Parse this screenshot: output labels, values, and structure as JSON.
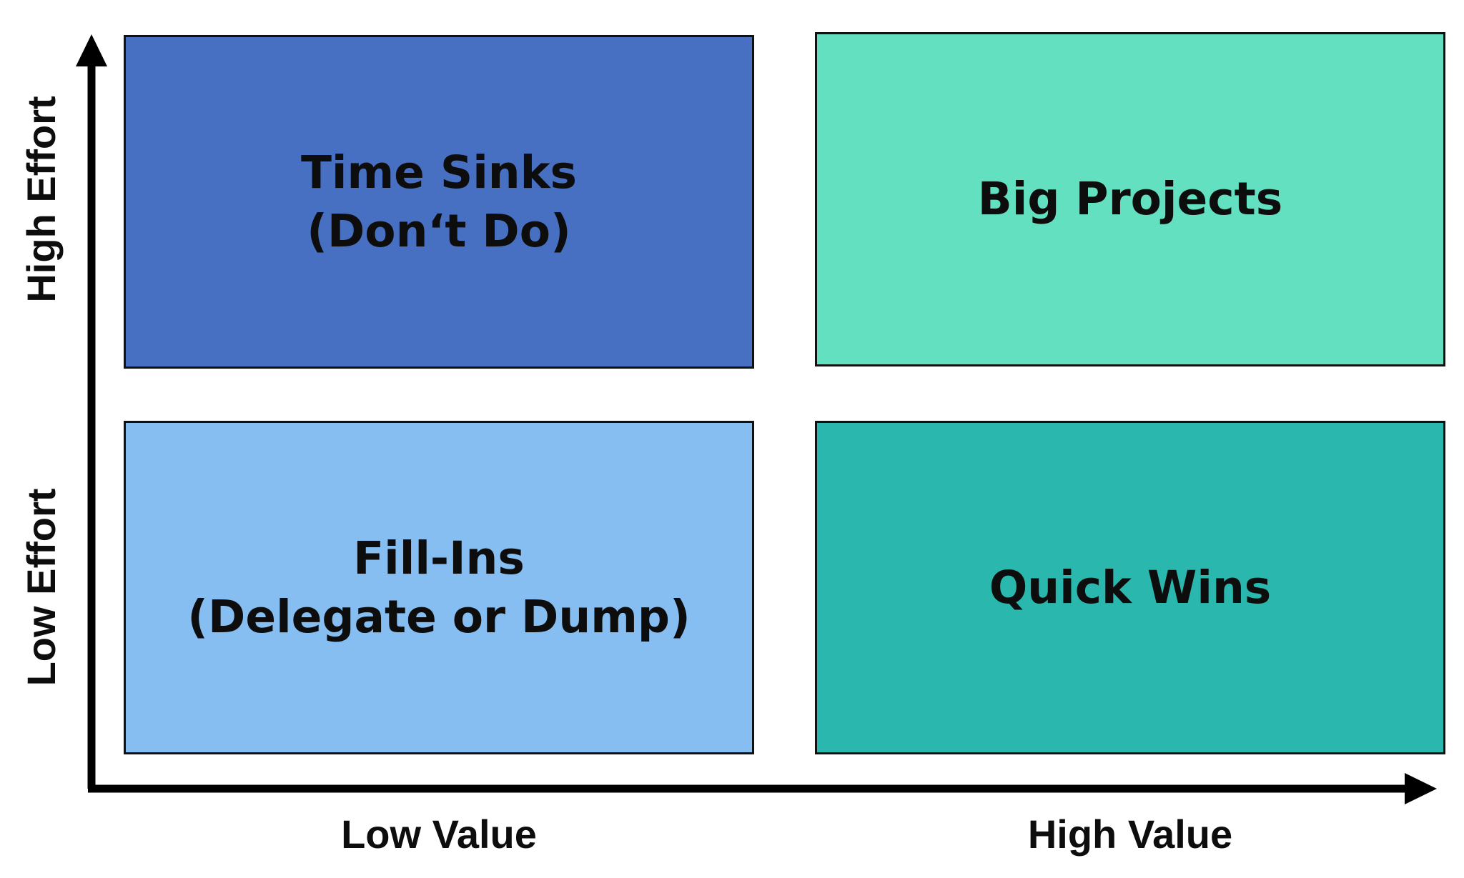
{
  "colors": {
    "time_sinks": "#4870C2",
    "big_projects": "#62E0C0",
    "fill_ins": "#86BEF2",
    "quick_wins": "#2AB8AE",
    "axis": "#000000",
    "text": "#0d0d0d"
  },
  "quadrants": {
    "top_left": {
      "line1": "Time Sinks",
      "line2": "(Don‘t Do)"
    },
    "top_right": {
      "line1": "Big Projects"
    },
    "bottom_left": {
      "line1": "Fill-Ins",
      "line2": "(Delegate or Dump)"
    },
    "bottom_right": {
      "line1": "Quick Wins"
    }
  },
  "axes": {
    "x_low": "Low Value",
    "x_high": "High Value",
    "y_high": "High Effort",
    "y_low": "Low Effort"
  }
}
